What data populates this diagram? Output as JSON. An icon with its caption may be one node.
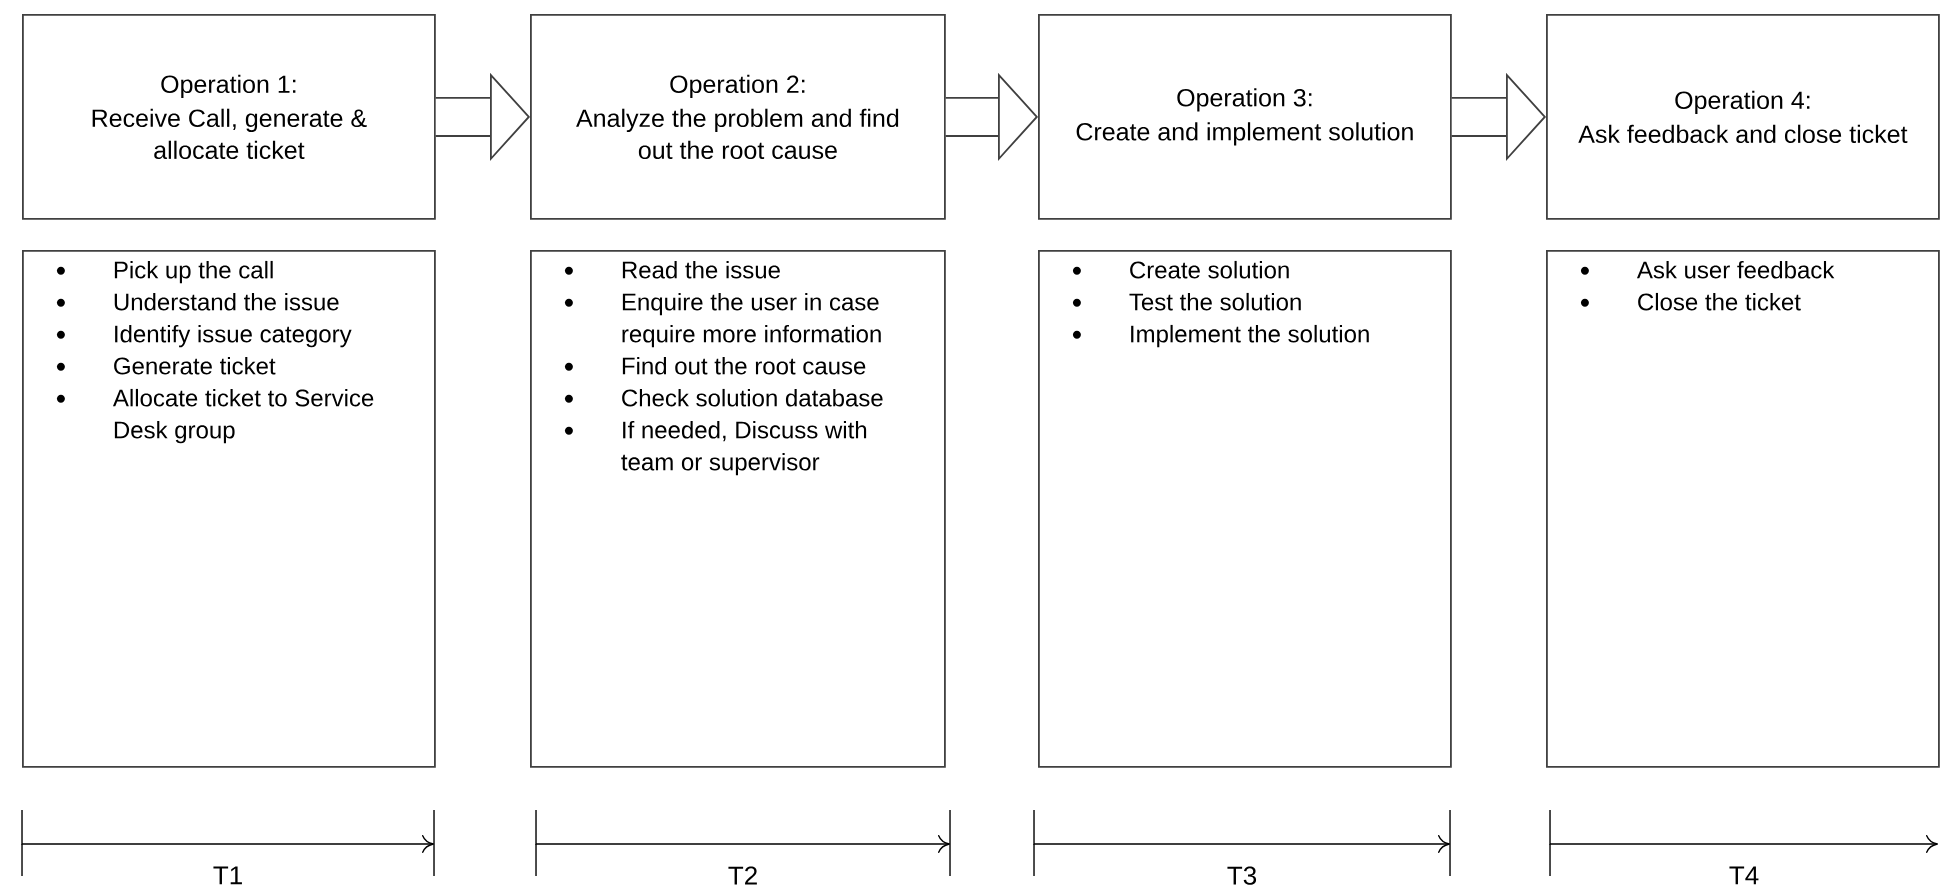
{
  "diagram": {
    "nodes": [
      {
        "text": [
          "Operation 1:",
          "Receive Call, generate & allocate ticket"
        ]
      },
      {
        "text": [
          "Operation 2:",
          "Analyze the problem and find out the root cause"
        ]
      },
      {
        "text": [
          "Operation 3:",
          "Create and implement solution"
        ]
      },
      {
        "text": [
          "Operation 4:",
          "Ask feedback and close ticket"
        ]
      },
      {
        "text": [
          "Pick up the call",
          "Understand the issue",
          "Identify issue category",
          "Generate ticket",
          "Allocate ticket to Service Desk group"
        ]
      },
      {
        "text": [
          "Read the issue",
          "Enquire the user in case require more information",
          "Find out the root cause",
          "Check solution database",
          "If needed, Discuss with team or supervisor"
        ]
      },
      {
        "text": [
          "Create solution",
          "Test the solution",
          "Implement the solution"
        ]
      },
      {
        "text": [
          "Ask user feedback",
          "Close the ticket"
        ]
      }
    ],
    "edges": [
      {
        "from": 0,
        "to": 1,
        "arrow": "to"
      },
      {
        "from": 1,
        "to": 2,
        "arrow": "to"
      },
      {
        "from": 2,
        "to": 3,
        "arrow": "to"
      }
    ],
    "labels": [
      "T1",
      "T2",
      "T3",
      "T4"
    ]
  }
}
